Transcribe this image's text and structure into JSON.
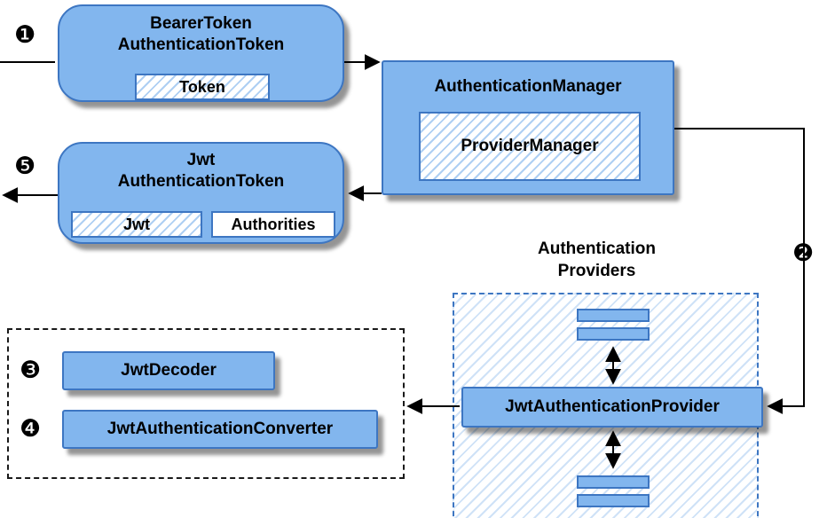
{
  "colors": {
    "node_fill": "#82b6ee",
    "node_border": "#3d76c2",
    "hatch_strong": "#aecff3",
    "hatch_light": "#cfe2f7",
    "dashed_border": "#1a1a1a"
  },
  "markers": {
    "step1": "❶",
    "step2": "❷",
    "step3": "❸",
    "step4": "❹",
    "step5": "❺"
  },
  "nodes": {
    "bearer_token": {
      "title1": "BearerToken",
      "title2": "AuthenticationToken",
      "token": "Token"
    },
    "authentication_manager": {
      "title": "AuthenticationManager",
      "inner": "ProviderManager"
    },
    "jwt_authentication_token": {
      "title1": "Jwt",
      "title2": "AuthenticationToken",
      "jwt": "Jwt",
      "authorities": "Authorities"
    },
    "providers_group": {
      "label1": "Authentication",
      "label2": "Providers"
    },
    "jwt_authentication_provider": {
      "title": "JwtAuthenticationProvider"
    },
    "jwt_decoder": {
      "title": "JwtDecoder"
    },
    "jwt_authentication_converter": {
      "title": "JwtAuthenticationConverter"
    }
  }
}
